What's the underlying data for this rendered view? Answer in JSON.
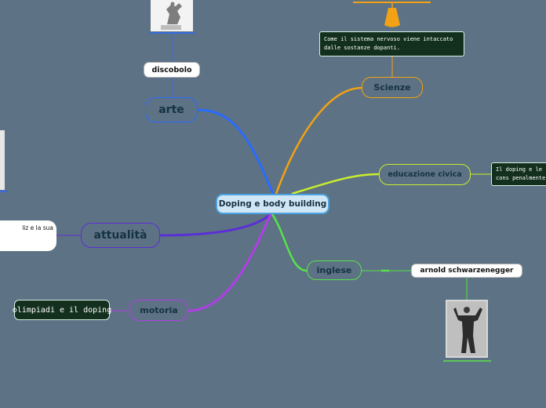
{
  "map": {
    "central": "Doping e body building",
    "arte": {
      "label": "arte",
      "sub": "discobolo",
      "image": "discobolus-statue-image"
    },
    "attualita": {
      "label": "attualità",
      "sub_visible": "liz e la sua"
    },
    "motoria": {
      "label": "motoria",
      "sub": "olimpiadi e il doping"
    },
    "inglese": {
      "label": "inglese",
      "sub": "arnold schwarzenegger",
      "image": "bodybuilder-photo-image"
    },
    "scienze": {
      "label": "Scienze",
      "sub": "Come il sistema nervoso viene intaccato dalle sostanze dopanti."
    },
    "educazione": {
      "label": "educazione civica",
      "sub_visible": "Il doping e le cons penalmente."
    }
  },
  "colors": {
    "background": "#5d7284",
    "arte": "#2a6bff",
    "attualita": "#5b2fd6",
    "motoria": "#b13ee6",
    "inglese": "#57e34a",
    "scienze": "#f2a214",
    "educazione": "#c9ee2e",
    "central_border": "#4aa3df"
  }
}
